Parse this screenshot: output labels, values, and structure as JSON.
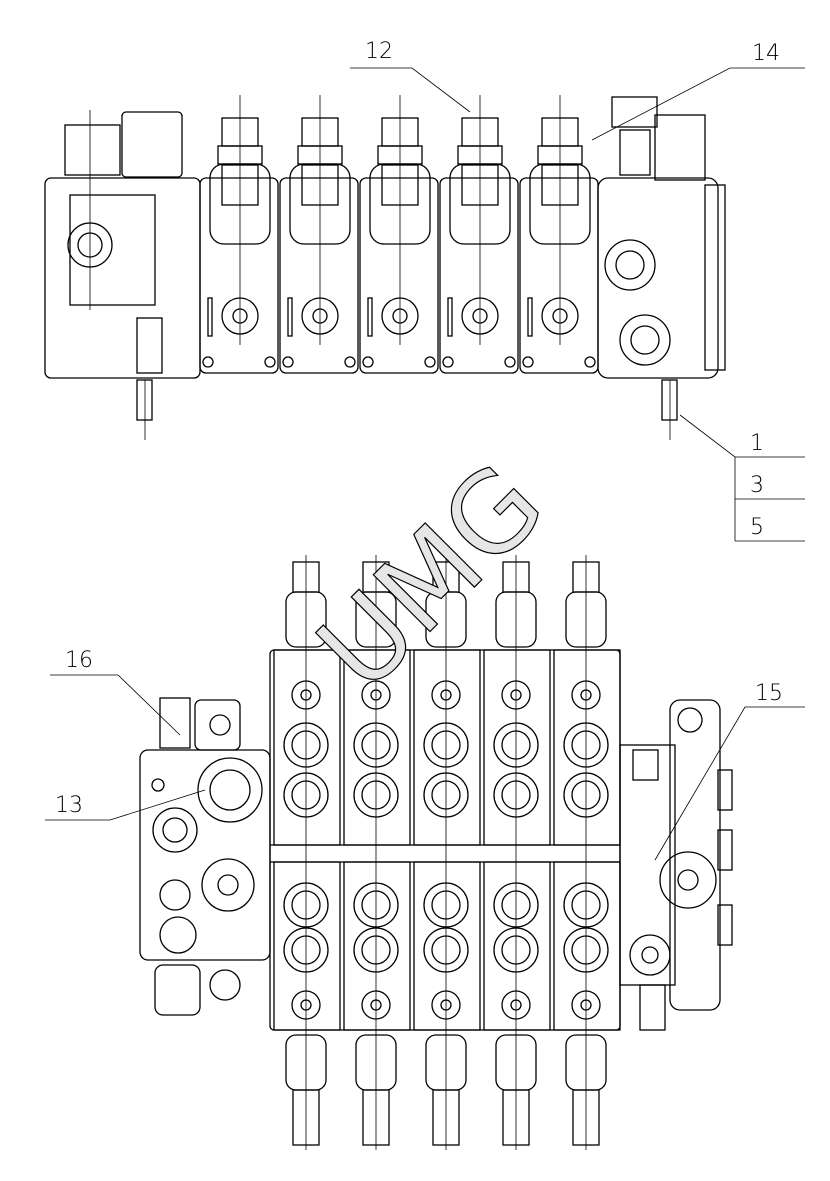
{
  "drawing": {
    "watermark": "UMG",
    "callouts": {
      "top_view": [
        "12",
        "14",
        "1",
        "3",
        "5"
      ],
      "bottom_view": [
        "16",
        "13",
        "15"
      ]
    },
    "section_count": 5
  }
}
